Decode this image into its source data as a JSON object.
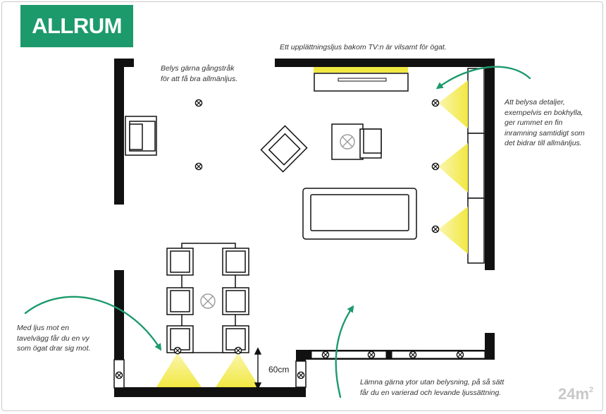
{
  "title": "ALLRUM",
  "annotations": {
    "tv_light": "Ett upplättningsljus bakom TV:n är vilsamt för ögat.",
    "walkway": "Belys gärna gångstråk\nför att få bra allmänljus.",
    "details": "Att belysa detaljer,\nexempelvis en bokhylla,\nger rummet en fin\ninramning samtidigt som\ndet bidrar till allmänljus.",
    "picture_wall": "Med ljus mot en\ntavelvägg får du en vy\nsom ögat drar sig mot.",
    "unlit_areas": "Lämna gärna ytor utan belysning, på så sätt\nfår du en varierad och levande ljussättning."
  },
  "dimension_label": "60cm",
  "area": {
    "value": "24m",
    "unit_sup": "2"
  },
  "colors": {
    "accent": "#1d9a6c",
    "light": "#f1e842",
    "wall": "#111111"
  },
  "icons": [
    "spotlight-icon",
    "ceiling-light-icon"
  ]
}
